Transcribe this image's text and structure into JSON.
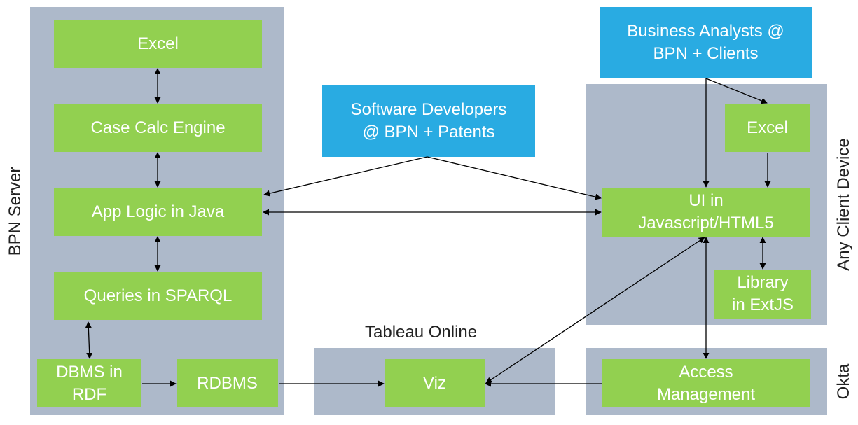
{
  "regions": {
    "bpn_server": "BPN Server",
    "tableau_online": "Tableau Online",
    "any_client_device": "Any Client Device",
    "okta": "Okta"
  },
  "boxes": {
    "excel_server": "Excel",
    "case_calc_engine": "Case Calc Engine",
    "app_logic_java": "App Logic in Java",
    "queries_sparql": "Queries in SPARQL",
    "dbms_rdf": "DBMS in\nRDF",
    "rdbms": "RDBMS",
    "software_developers": "Software Developers\n@ BPN + Patents",
    "business_analysts": "Business Analysts @\nBPN + Clients",
    "excel_client": "Excel",
    "ui_javascript": "UI in\nJavascript/HTML5",
    "library_extjs": "Library\nin ExtJS",
    "viz": "Viz",
    "access_management": "Access\nManagement"
  },
  "colors": {
    "region": "#adb9ca",
    "component": "#92d050",
    "actor": "#29abe2",
    "arrow": "#000000"
  }
}
